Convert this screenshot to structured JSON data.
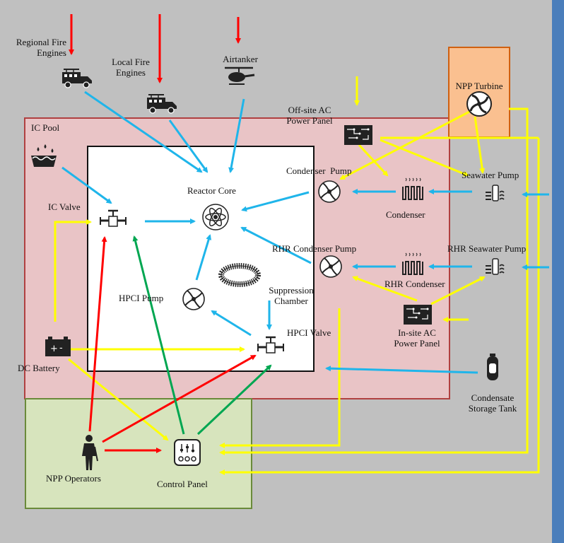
{
  "colors": {
    "background": "#c0c0c0",
    "red_zone": "#e9c4c6",
    "green_zone": "#d7e4bd",
    "orange_zone": "#fac090",
    "right_bar": "#4a7ebb",
    "red_arrow": "#ff0000",
    "blue_arrow": "#1fb5ea",
    "yellow_arrow": "#ffff00",
    "green_arrow": "#00a651"
  },
  "labels": {
    "regional_fire_engines": "Regional Fire\nEngines",
    "local_fire_engines": "Local Fire\nEngines",
    "airtanker": "Airtanker",
    "offsite_ac": "Off-site AC\nPower Panel",
    "npp_turbine": "NPP Turbine",
    "ic_pool": "IC Pool",
    "reactor_core": "Reactor Core",
    "condenser_pump": "Condenser  Pump",
    "condenser": "Condenser",
    "seawater_pump": "Seawater Pump",
    "ic_valve": "IC Valve",
    "rhr_condenser_pump": "RHR Condenser Pump",
    "rhr_seawater_pump": "RHR Seawater Pump",
    "rhr_condenser": "RHR Condenser",
    "suppression_chamber": "Suppression\nChamber",
    "hpci_pump": "HPCI Pump",
    "hpci_valve": "HPCI Valve",
    "insite_ac": "In-site AC\nPower Panel",
    "dc_battery": "DC Battery",
    "condensate_storage_tank": "Condensate\nStorage Tank",
    "npp_operators": "NPP Operators",
    "control_panel": "Control Panel"
  },
  "icons": [
    "fire-truck-icon",
    "helicopter-icon",
    "water-pool-icon",
    "valve-icon",
    "atom-icon",
    "pump-icon",
    "heat-exchanger-icon",
    "seawater-pump-icon",
    "circuit-board-icon",
    "battery-icon",
    "tank-icon",
    "operator-icon",
    "control-panel-icon",
    "torus-icon",
    "turbine-icon"
  ]
}
